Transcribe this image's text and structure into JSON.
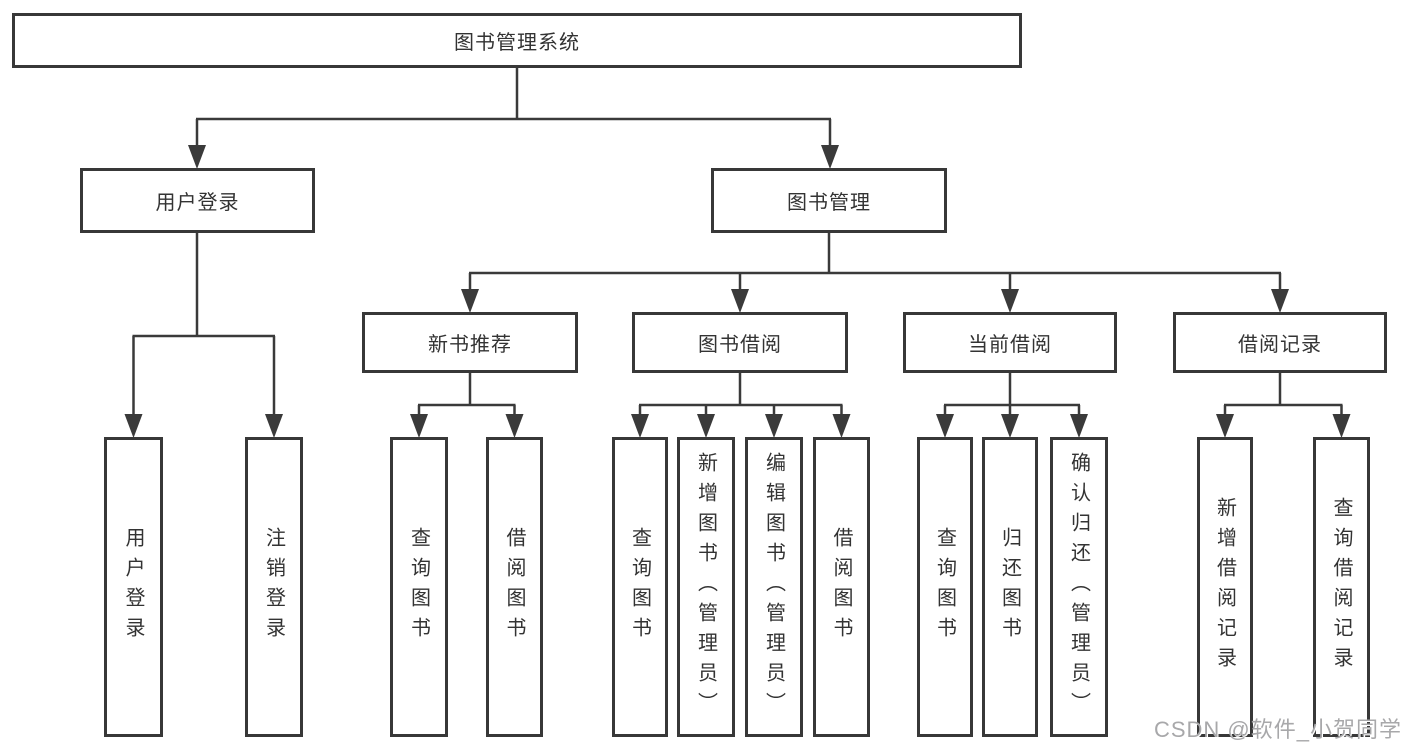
{
  "tree": {
    "label": "图书管理系统",
    "children": [
      {
        "label": "用户登录",
        "children": [
          {
            "label": "用户登录"
          },
          {
            "label": "注销登录"
          }
        ]
      },
      {
        "label": "图书管理",
        "children": [
          {
            "label": "新书推荐",
            "children": [
              {
                "label": "查询图书"
              },
              {
                "label": "借阅图书"
              }
            ]
          },
          {
            "label": "图书借阅",
            "children": [
              {
                "label": "查询图书"
              },
              {
                "label": "新增图书（管理员）"
              },
              {
                "label": "编辑图书（管理员）"
              },
              {
                "label": "借阅图书"
              }
            ]
          },
          {
            "label": "当前借阅",
            "children": [
              {
                "label": "查询图书"
              },
              {
                "label": "归还图书"
              },
              {
                "label": "确认归还（管理员）"
              }
            ]
          },
          {
            "label": "借阅记录",
            "children": [
              {
                "label": "新增借阅记录"
              },
              {
                "label": "查询借阅记录"
              }
            ]
          }
        ]
      }
    ]
  },
  "watermark": {
    "text": "CSDN @软件_小贺同学"
  },
  "colors": {
    "line": "#3a3a3a",
    "box_border": "#383838",
    "text": "#333333",
    "background": "#ffffff",
    "watermark": "#a8a8aa"
  }
}
